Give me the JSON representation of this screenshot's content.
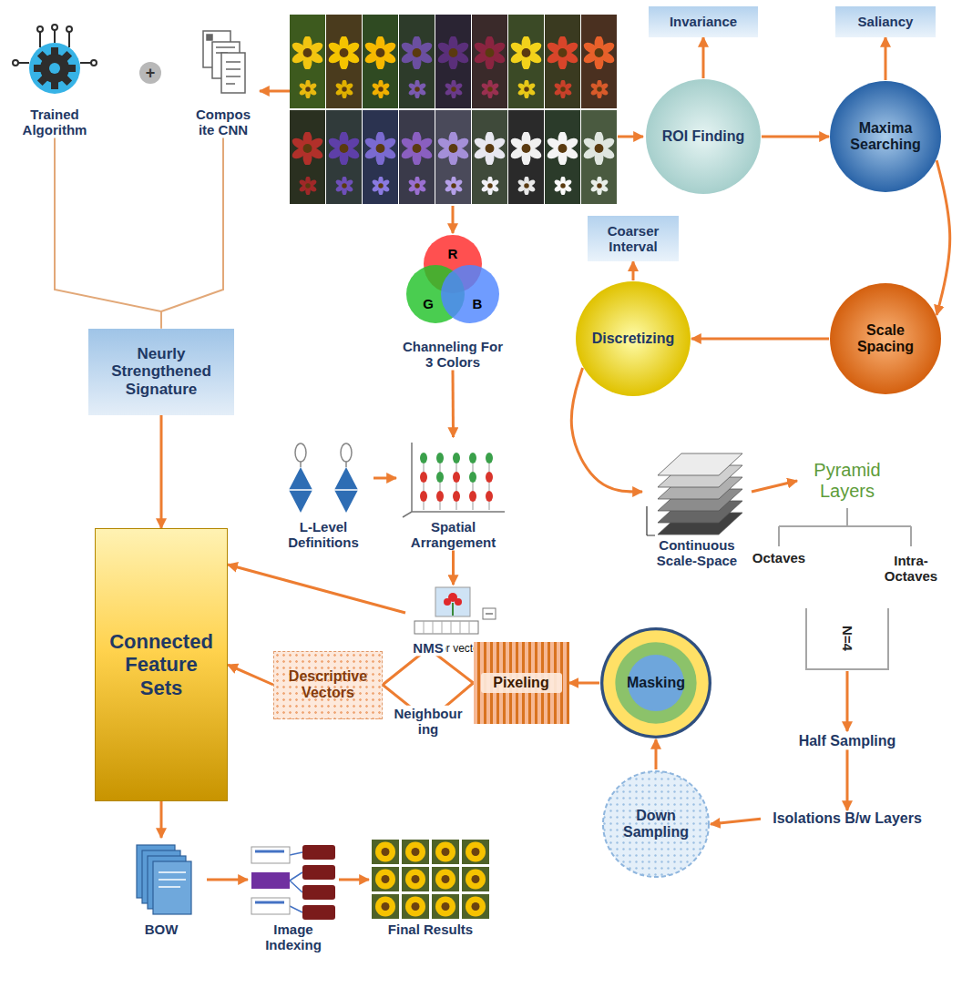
{
  "diagram": {
    "nodes": [
      {
        "text": [
          "Trained Algorithm"
        ]
      },
      {
        "text": [
          "Compos ite CNN"
        ]
      },
      {
        "text": [
          "Invariance"
        ]
      },
      {
        "text": [
          "Saliancy"
        ]
      },
      {
        "text": [
          "ROI Finding"
        ]
      },
      {
        "text": [
          "Maxima Searching"
        ]
      },
      {
        "text": [
          "Channeling For 3 Colors"
        ]
      },
      {
        "text": [
          "Coarser Interval"
        ]
      },
      {
        "text": [
          "Discretizing"
        ]
      },
      {
        "text": [
          "Scale Spacing"
        ]
      },
      {
        "text": [
          "Neurly Strengthened Signature"
        ]
      },
      {
        "text": [
          "L-Level Definitions"
        ]
      },
      {
        "text": [
          "Spatial Arrangement"
        ]
      },
      {
        "text": [
          "Continuous Scale-Space"
        ]
      },
      {
        "text": [
          "Pyramid Layers"
        ]
      },
      {
        "text": [
          "Color vector"
        ]
      },
      {
        "text": [
          "Connected Feature Sets"
        ]
      },
      {
        "text": [
          "Descriptive Vectors"
        ]
      },
      {
        "text": [
          "Pixeling"
        ]
      },
      {
        "text": [
          "Masking"
        ]
      },
      {
        "text": [
          "Half Sampling"
        ]
      },
      {
        "text": [
          "Isolations B/w Layers"
        ]
      },
      {
        "text": [
          "Down Sampling"
        ]
      },
      {
        "text": [
          "BOW"
        ]
      },
      {
        "text": [
          "Image Indexing"
        ]
      },
      {
        "text": [
          "Final Results"
        ]
      }
    ],
    "edges": [
      {
        "from": 0,
        "to": 10,
        "arrow": "none"
      },
      {
        "from": 1,
        "to": 10,
        "arrow": "none"
      },
      {
        "from": 4,
        "to": 2,
        "arrow": "to"
      },
      {
        "from": 4,
        "to": 5,
        "arrow": "to"
      },
      {
        "from": 5,
        "to": 3,
        "arrow": "to"
      },
      {
        "from": 5,
        "to": 9,
        "arrow": "to"
      },
      {
        "from": 9,
        "to": 8,
        "arrow": "to"
      },
      {
        "from": 8,
        "to": 7,
        "arrow": "to"
      },
      {
        "from": 8,
        "to": 13,
        "arrow": "to"
      },
      {
        "from": 13,
        "to": 14,
        "arrow": "to"
      },
      {
        "from": 20,
        "to": 21,
        "arrow": "to"
      },
      {
        "from": 21,
        "to": 22,
        "arrow": "to"
      },
      {
        "from": 22,
        "to": 19,
        "arrow": "to"
      },
      {
        "from": 19,
        "to": 18,
        "arrow": "to"
      },
      {
        "from": 18,
        "to": 17,
        "label": "NMS",
        "arrow": "none"
      },
      {
        "from": 18,
        "to": 17,
        "label": "Neighbour ing",
        "arrow": "none"
      },
      {
        "from": 17,
        "to": 16,
        "arrow": "to"
      },
      {
        "from": 6,
        "to": 12,
        "arrow": "to"
      },
      {
        "from": 11,
        "to": 12,
        "arrow": "to"
      },
      {
        "from": 12,
        "to": 15,
        "arrow": "to"
      },
      {
        "from": 15,
        "to": 16,
        "arrow": "to"
      },
      {
        "from": 10,
        "to": 16,
        "arrow": "to"
      },
      {
        "from": 16,
        "to": 23,
        "arrow": "to"
      },
      {
        "from": 23,
        "to": 24,
        "arrow": "to"
      },
      {
        "from": 24,
        "to": 25,
        "arrow": "to"
      }
    ],
    "labels": [
      "+",
      "R",
      "G",
      "B",
      "Octaves",
      "Intra-Octaves",
      "N=4"
    ]
  }
}
